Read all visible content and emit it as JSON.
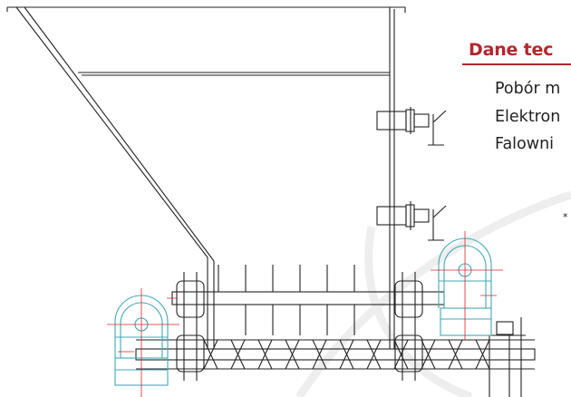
{
  "section": {
    "heading": "Dane tec",
    "accent_color": "#b5262d"
  },
  "specs": [
    "Pobór m",
    "Elektron",
    "Falowni"
  ],
  "footnote_marker": "*",
  "drawing": {
    "subject": "hopper with twin screw conveyor and motor-reducers",
    "line_color": "#222222",
    "motor_color": "#3fa9b8",
    "axis_color": "#d7262e",
    "icons": [
      "motor-reducer-icon",
      "level-sensor-icon",
      "screw-conveyor-icon"
    ]
  }
}
